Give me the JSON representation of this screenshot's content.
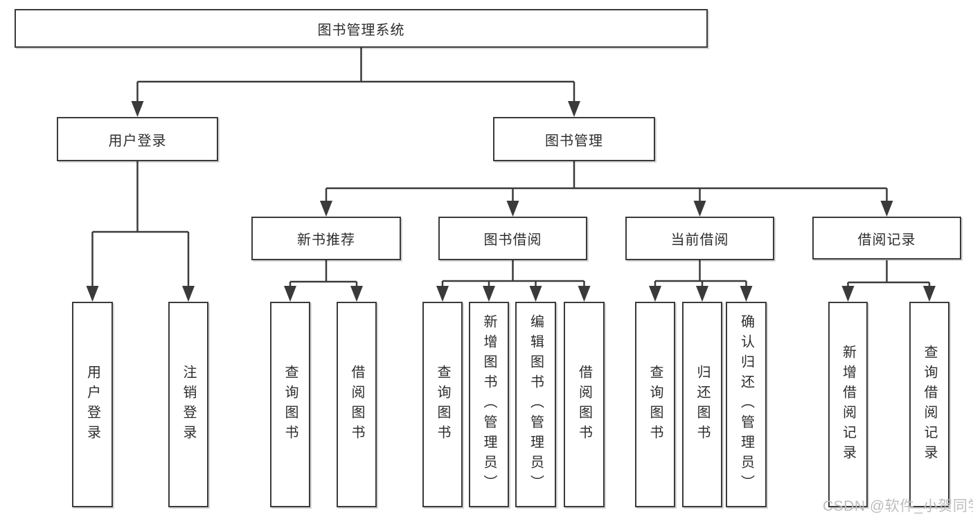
{
  "diagram_type": "hierarchy-tree",
  "colors": {
    "line": "#3a3a3a",
    "box_border": "#3a3a3a",
    "box_bg": "#ffffff",
    "text": "#2d2d2d",
    "watermark": "#bdbdbd"
  },
  "tree": {
    "label": "图书管理系统",
    "children": [
      {
        "label": "用户登录",
        "children": [
          {
            "label": "用户登录"
          },
          {
            "label": "注销登录"
          }
        ]
      },
      {
        "label": "图书管理",
        "children": [
          {
            "label": "新书推荐",
            "children": [
              {
                "label": "查询图书"
              },
              {
                "label": "借阅图书"
              }
            ]
          },
          {
            "label": "图书借阅",
            "children": [
              {
                "label": "查询图书"
              },
              {
                "label": "新增图书（管理员）"
              },
              {
                "label": "编辑图书（管理员）"
              },
              {
                "label": "借阅图书"
              }
            ]
          },
          {
            "label": "当前借阅",
            "children": [
              {
                "label": "查询图书"
              },
              {
                "label": "归还图书"
              },
              {
                "label": "确认归还（管理员）"
              }
            ]
          },
          {
            "label": "借阅记录",
            "children": [
              {
                "label": "新增借阅记录"
              },
              {
                "label": "查询借阅记录"
              }
            ]
          }
        ]
      }
    ]
  },
  "watermark": {
    "text": "CSDN @软件_小贺同学"
  }
}
